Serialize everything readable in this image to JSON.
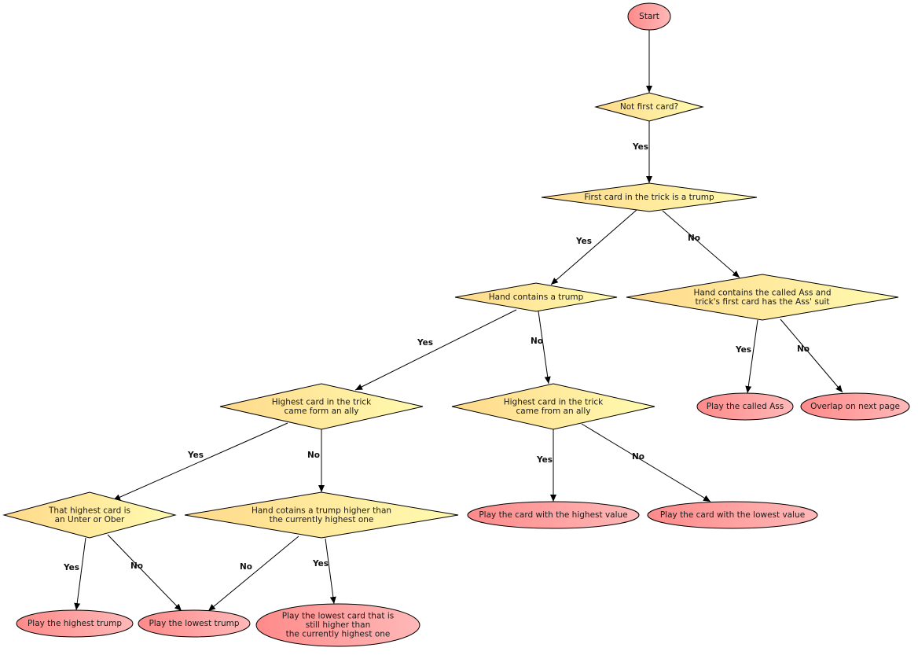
{
  "nodes": {
    "start": [
      "Start"
    ],
    "not_first": [
      "Not first card?"
    ],
    "first_trump": [
      "First card in the trick is a trump"
    ],
    "hand_trump": [
      "Hand contains a trump"
    ],
    "hand_ass": [
      "Hand contains the called Ass and",
      "trick's first card has the Ass' suit"
    ],
    "ally_left": [
      "Highest card in the trick",
      "came form an ally"
    ],
    "ally_mid": [
      "Highest card in the trick",
      "came from an ally"
    ],
    "play_ass": [
      "Play the called Ass"
    ],
    "overlap": [
      "Overlap on next page"
    ],
    "unter_ober": [
      "That highest card is",
      "an Unter or Ober"
    ],
    "trump_higher": [
      "Hand cotains a trump higher than",
      "the currently highest one"
    ],
    "play_highest_value": [
      "Play the card with the highest value"
    ],
    "play_lowest_value": [
      "Play the card with the lowest value"
    ],
    "play_highest_trump": [
      "Play the highest trump"
    ],
    "play_lowest_trump": [
      "Play the lowest trump"
    ],
    "play_lowest_higher": [
      "Play the lowest card that is",
      "still higher than",
      "the currently highest one"
    ]
  },
  "edges": [
    {
      "from": "start",
      "to": "not_first",
      "label": ""
    },
    {
      "from": "not_first",
      "to": "first_trump",
      "label": "Yes"
    },
    {
      "from": "first_trump",
      "to": "hand_trump",
      "label": "Yes"
    },
    {
      "from": "first_trump",
      "to": "hand_ass",
      "label": "No"
    },
    {
      "from": "hand_trump",
      "to": "ally_left",
      "label": "Yes"
    },
    {
      "from": "hand_trump",
      "to": "ally_mid",
      "label": "No"
    },
    {
      "from": "hand_ass",
      "to": "play_ass",
      "label": "Yes"
    },
    {
      "from": "hand_ass",
      "to": "overlap",
      "label": "No"
    },
    {
      "from": "ally_left",
      "to": "unter_ober",
      "label": "Yes"
    },
    {
      "from": "ally_left",
      "to": "trump_higher",
      "label": "No"
    },
    {
      "from": "ally_mid",
      "to": "play_highest_value",
      "label": "Yes"
    },
    {
      "from": "ally_mid",
      "to": "play_lowest_value",
      "label": "No"
    },
    {
      "from": "unter_ober",
      "to": "play_highest_trump",
      "label": "Yes"
    },
    {
      "from": "unter_ober",
      "to": "play_lowest_trump",
      "label": "No"
    },
    {
      "from": "trump_higher",
      "to": "play_lowest_trump",
      "label": "No"
    },
    {
      "from": "trump_higher",
      "to": "play_lowest_higher",
      "label": "Yes"
    }
  ],
  "colors": {
    "decision_start": "#ffd98a",
    "decision_end": "#fffbb0",
    "terminal_start": "#ff8a8a",
    "terminal_end": "#ffb8b8",
    "stroke": "#000000"
  }
}
